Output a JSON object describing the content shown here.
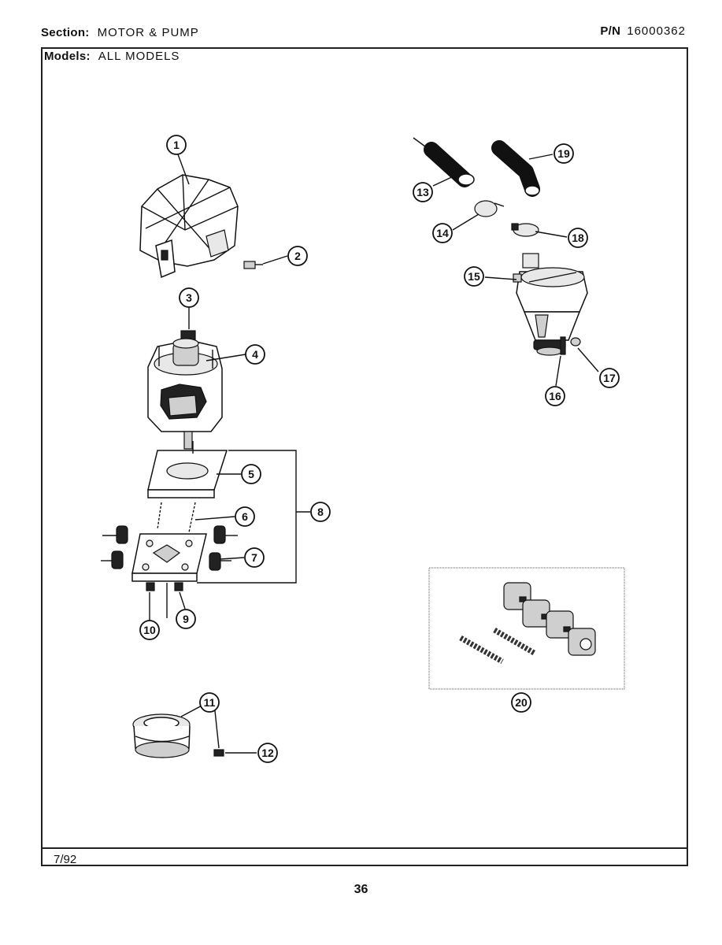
{
  "header": {
    "section_label": "Section:",
    "section_value": "MOTOR & PUMP",
    "pn_label": "P/N",
    "pn_value": "16000362",
    "models_label": "Models:",
    "models_value": "ALL MODELS"
  },
  "footer": {
    "date": "7/92",
    "page_number": "36"
  },
  "callouts": [
    "1",
    "2",
    "3",
    "4",
    "5",
    "6",
    "7",
    "8",
    "9",
    "10",
    "11",
    "12",
    "13",
    "14",
    "15",
    "16",
    "17",
    "18",
    "19",
    "20"
  ]
}
